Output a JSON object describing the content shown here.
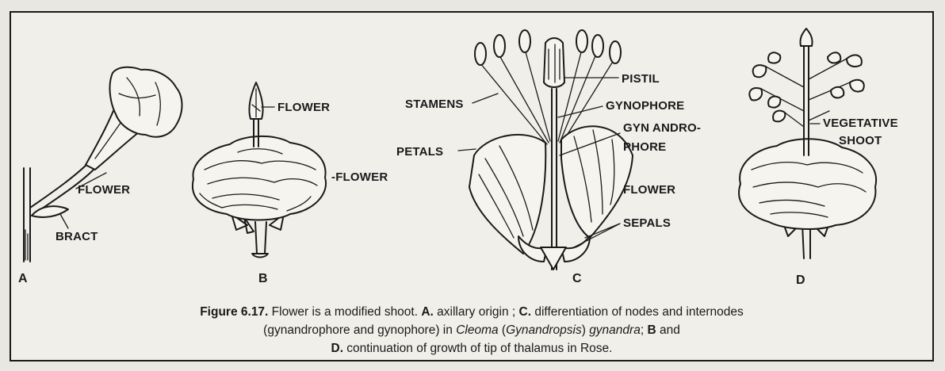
{
  "panels": {
    "a": {
      "letter": "A",
      "labels": {
        "flower": "FLOWER",
        "bract": "BRACT"
      }
    },
    "b": {
      "letter": "B",
      "labels": {
        "flower_top": "FLOWER",
        "flower_side": "-FLOWER"
      }
    },
    "c": {
      "letter": "C",
      "labels": {
        "pistil": "PISTIL",
        "stamens": "STAMENS",
        "gynophore": "GYNOPHORE",
        "gynandrophore_1": "GYN ANDRO-",
        "gynandrophore_2": "PHORE",
        "petals": "PETALS",
        "flower": "FLOWER",
        "sepals": "SEPALS"
      }
    },
    "d": {
      "letter": "D",
      "labels": {
        "vegetative_1": "VEGETATIVE",
        "vegetative_2": "SHOOT"
      }
    }
  },
  "caption": {
    "fig_number": "Figure 6.17.",
    "part1": " Flower is a modified shoot. ",
    "a_letter": "A.",
    "part2": " axillary origin ; ",
    "c_letter": "C.",
    "part3": " differentiation of nodes and internodes",
    "line2_a": "(gynandrophore and gynophore) in ",
    "genus": "Cleoma",
    "line2_b": " (",
    "synonym": "Gynandropsis",
    "line2_c": ") ",
    "species": "gynandra",
    "line2_d": "; ",
    "b_letter": "B",
    "line2_e": " and",
    "d_letter": "D.",
    "line3": " continuation of growth of tip of thalamus in Rose."
  }
}
